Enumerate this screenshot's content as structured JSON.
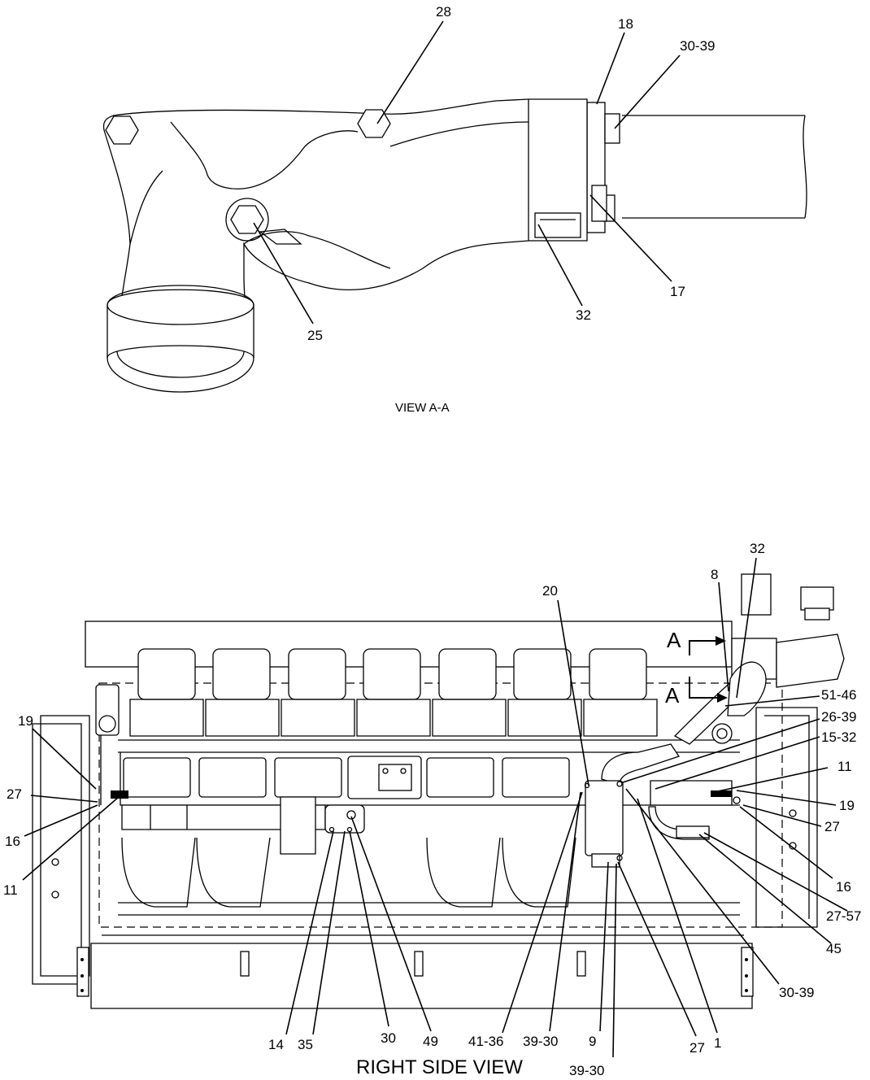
{
  "view_aa": {
    "caption": "VIEW A-A",
    "callouts": [
      "28",
      "18",
      "30-39",
      "17",
      "32",
      "25"
    ]
  },
  "right_side": {
    "caption": "RIGHT SIDE VIEW",
    "section_marker": "A",
    "callouts": [
      "32",
      "8",
      "20",
      "51-46",
      "26-39",
      "15-32",
      "11",
      "19",
      "27",
      "16",
      "27-57",
      "45",
      "30-39",
      "1",
      "27",
      "39-30",
      "9",
      "39-30",
      "41-36",
      "49",
      "30",
      "35",
      "14",
      "19",
      "27",
      "16",
      "11"
    ]
  }
}
